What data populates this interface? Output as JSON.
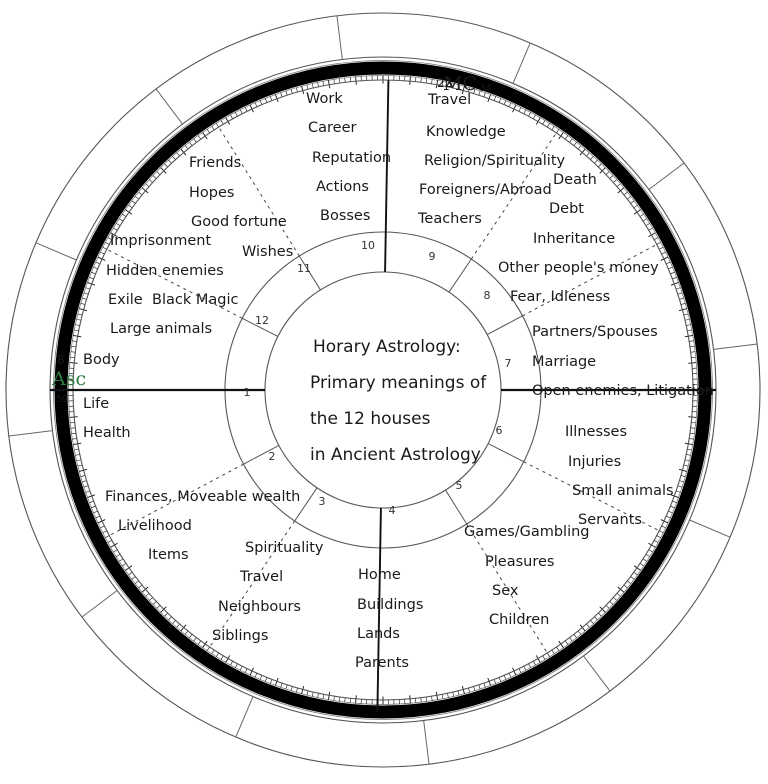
{
  "chart_title_lines": [
    "Horary Astrology:",
    "Primary meanings of",
    "the 12 houses",
    "in Ancient Astrology"
  ],
  "angles": {
    "mc": {
      "label": "MC",
      "degree": "22",
      "minute": "34"
    },
    "asc": {
      "label": "Asc",
      "degree": "8",
      "minute": "59"
    }
  },
  "colors": {
    "ink": "#1a1a1a",
    "ring": "#000000",
    "asc_green": "#2f7a3f",
    "background": "#ffffff"
  },
  "houses": [
    {
      "number": "1",
      "meanings": [
        "Body",
        "Life",
        "Health"
      ]
    },
    {
      "number": "2",
      "meanings": [
        "Finances, Moveable wealth",
        "Livelihood",
        "Items"
      ]
    },
    {
      "number": "3",
      "meanings": [
        "Spirituality",
        "Travel",
        "Neighbours",
        "Siblings"
      ]
    },
    {
      "number": "4",
      "meanings": [
        "Home",
        "Buildings",
        "Lands",
        "Parents"
      ]
    },
    {
      "number": "5",
      "meanings": [
        "Games/Gambling",
        "Pleasures",
        "Sex",
        "Children"
      ]
    },
    {
      "number": "6",
      "meanings": [
        "Illnesses",
        "Injuries",
        "Small animals",
        "Servants"
      ]
    },
    {
      "number": "7",
      "meanings": [
        "Partners/Spouses",
        "Marriage",
        "Open enemies, Litigation"
      ]
    },
    {
      "number": "8",
      "meanings": [
        "Death",
        "Debt",
        "Inheritance",
        "Other people's money",
        "Fear, Idleness"
      ]
    },
    {
      "number": "9",
      "meanings": [
        "Travel",
        "Knowledge",
        "Religion/Spirituality",
        "Foreigners/Abroad",
        "Teachers"
      ]
    },
    {
      "number": "10",
      "meanings": [
        "Work",
        "Career",
        "Reputation",
        "Actions",
        "Bosses"
      ]
    },
    {
      "number": "11",
      "meanings": [
        "Friends",
        "Hopes",
        "Good fortune",
        "Wishes"
      ]
    },
    {
      "number": "12",
      "meanings": [
        "Imprisonment",
        "Hidden enemies",
        "Exile",
        "Black Magic",
        "Large animals"
      ]
    }
  ],
  "labels": {
    "house_1_1": "Body",
    "house_1_2": "Life",
    "house_1_3": "Health",
    "house_2_1": "Finances, Moveable wealth",
    "house_2_2": "Livelihood",
    "house_2_3": "Items",
    "house_3_1": "Spirituality",
    "house_3_2": "Travel",
    "house_3_3": "Neighbours",
    "house_3_4": "Siblings",
    "house_4_1": "Home",
    "house_4_2": "Buildings",
    "house_4_3": "Lands",
    "house_4_4": "Parents",
    "house_5_1": "Games/Gambling",
    "house_5_2": "Pleasures",
    "house_5_3": "Sex",
    "house_5_4": "Children",
    "house_6_1": "Illnesses",
    "house_6_2": "Injuries",
    "house_6_3": "Small animals",
    "house_6_4": "Servants",
    "house_7_1": "Partners/Spouses",
    "house_7_2": "Marriage",
    "house_7_3": "Open enemies, Litigation",
    "house_8_1": "Death",
    "house_8_2": "Debt",
    "house_8_3": "Inheritance",
    "house_8_4": "Other people's money",
    "house_8_5": "Fear, Idleness",
    "house_9_1": "Travel",
    "house_9_2": "Knowledge",
    "house_9_3": "Religion/Spirituality",
    "house_9_4": "Foreigners/Abroad",
    "house_9_5": "Teachers",
    "house_10_1": "Work",
    "house_10_2": "Career",
    "house_10_3": "Reputation",
    "house_10_4": "Actions",
    "house_10_5": "Bosses",
    "house_11_1": "Friends",
    "house_11_2": "Hopes",
    "house_11_3": "Good fortune",
    "house_11_4": "Wishes",
    "house_12_1": "Imprisonment",
    "house_12_2": "Hidden enemies",
    "house_12_3": "Exile",
    "house_12_4": "Black Magic",
    "house_12_5": "Large animals",
    "num_1": "1",
    "num_2": "2",
    "num_3": "3",
    "num_4": "4",
    "num_5": "5",
    "num_6": "6",
    "num_7": "7",
    "num_8": "8",
    "num_9": "9",
    "num_10": "10",
    "num_11": "11",
    "num_12": "12",
    "center_1": "Horary Astrology:",
    "center_2": "Primary meanings of",
    "center_3": "the 12 houses",
    "center_4": "in Ancient Astrology",
    "mc_label": "MC",
    "mc_deg": "22",
    "mc_min": "34",
    "asc_label": "Asc",
    "asc_deg": "8",
    "asc_min": "59"
  }
}
